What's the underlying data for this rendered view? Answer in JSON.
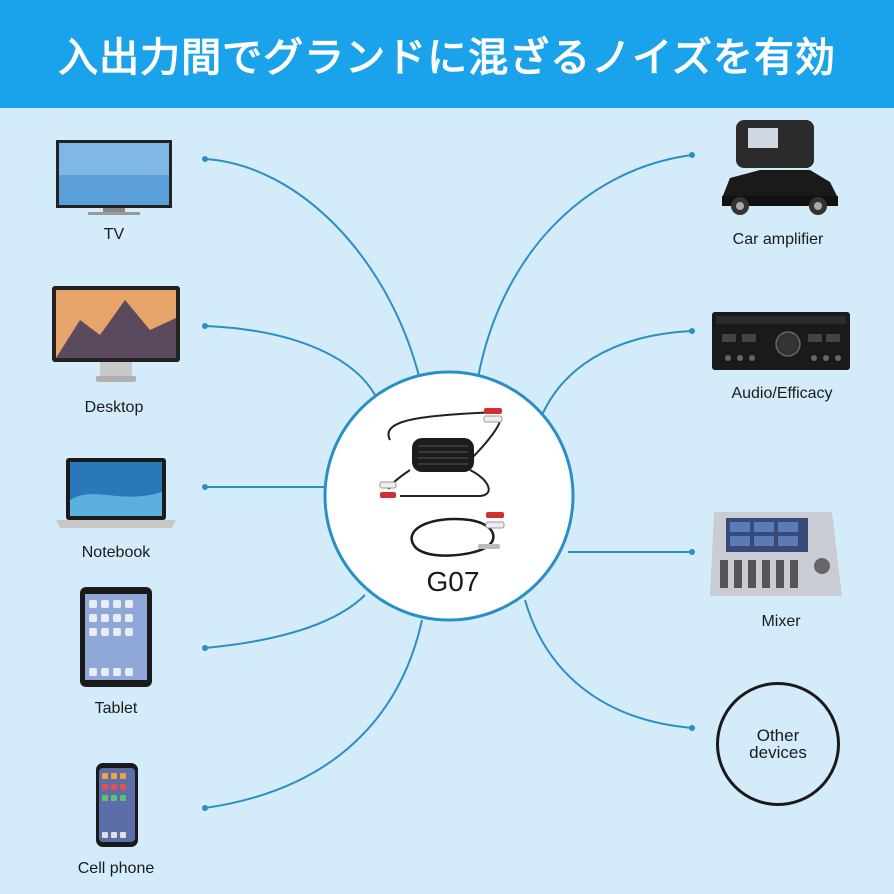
{
  "header": {
    "title": "入出力間でグランドに混ざるノイズを有効"
  },
  "center": {
    "model": "G07"
  },
  "left_devices": [
    {
      "label": "TV",
      "icon": "tv-icon"
    },
    {
      "label": "Desktop",
      "icon": "desktop-monitor-icon"
    },
    {
      "label": "Notebook",
      "icon": "laptop-icon"
    },
    {
      "label": "Tablet",
      "icon": "tablet-icon"
    },
    {
      "label": "Cell phone",
      "icon": "smartphone-icon"
    }
  ],
  "right_devices": [
    {
      "label": "Car amplifier",
      "icon": "car-icon"
    },
    {
      "label": "Audio/Efficacy",
      "icon": "audio-amplifier-icon"
    },
    {
      "label": "Mixer",
      "icon": "mixer-console-icon"
    }
  ],
  "other": {
    "line1": "Other",
    "line2": "devices"
  },
  "colors": {
    "header": "#1aa2ea",
    "background": "#d4ecf9",
    "lines": "#2a8fc4",
    "text": "#1a1a1a"
  }
}
